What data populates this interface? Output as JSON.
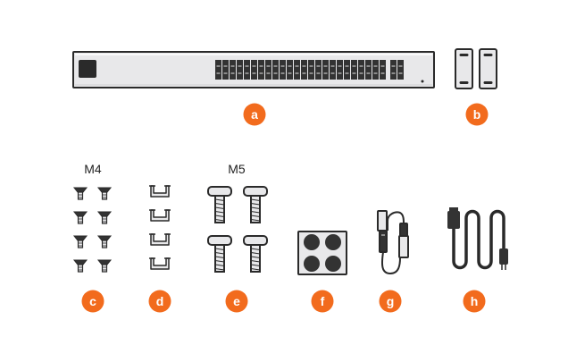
{
  "colors": {
    "accent": "#f26b1d",
    "outline": "#2a2a2a",
    "metal": "#e8e8ea",
    "port": "#333333",
    "pad": "#333333"
  },
  "group_labels": {
    "m4": "M4",
    "m5": "M5"
  },
  "badges": {
    "a": "a",
    "b": "b",
    "c": "c",
    "d": "d",
    "e": "e",
    "f": "f",
    "g": "g",
    "h": "h"
  },
  "icons": {
    "switch": "rack-switch-icon",
    "brackets": "rack-ear-bracket-icon",
    "m4_screws": "flat-head-screw-icon",
    "clips": "cable-clip-icon",
    "m5_screws": "pan-head-screw-icon",
    "pads": "rubber-feet-icon",
    "dac": "sfp-dac-cable-icon",
    "power": "power-cord-icon"
  }
}
